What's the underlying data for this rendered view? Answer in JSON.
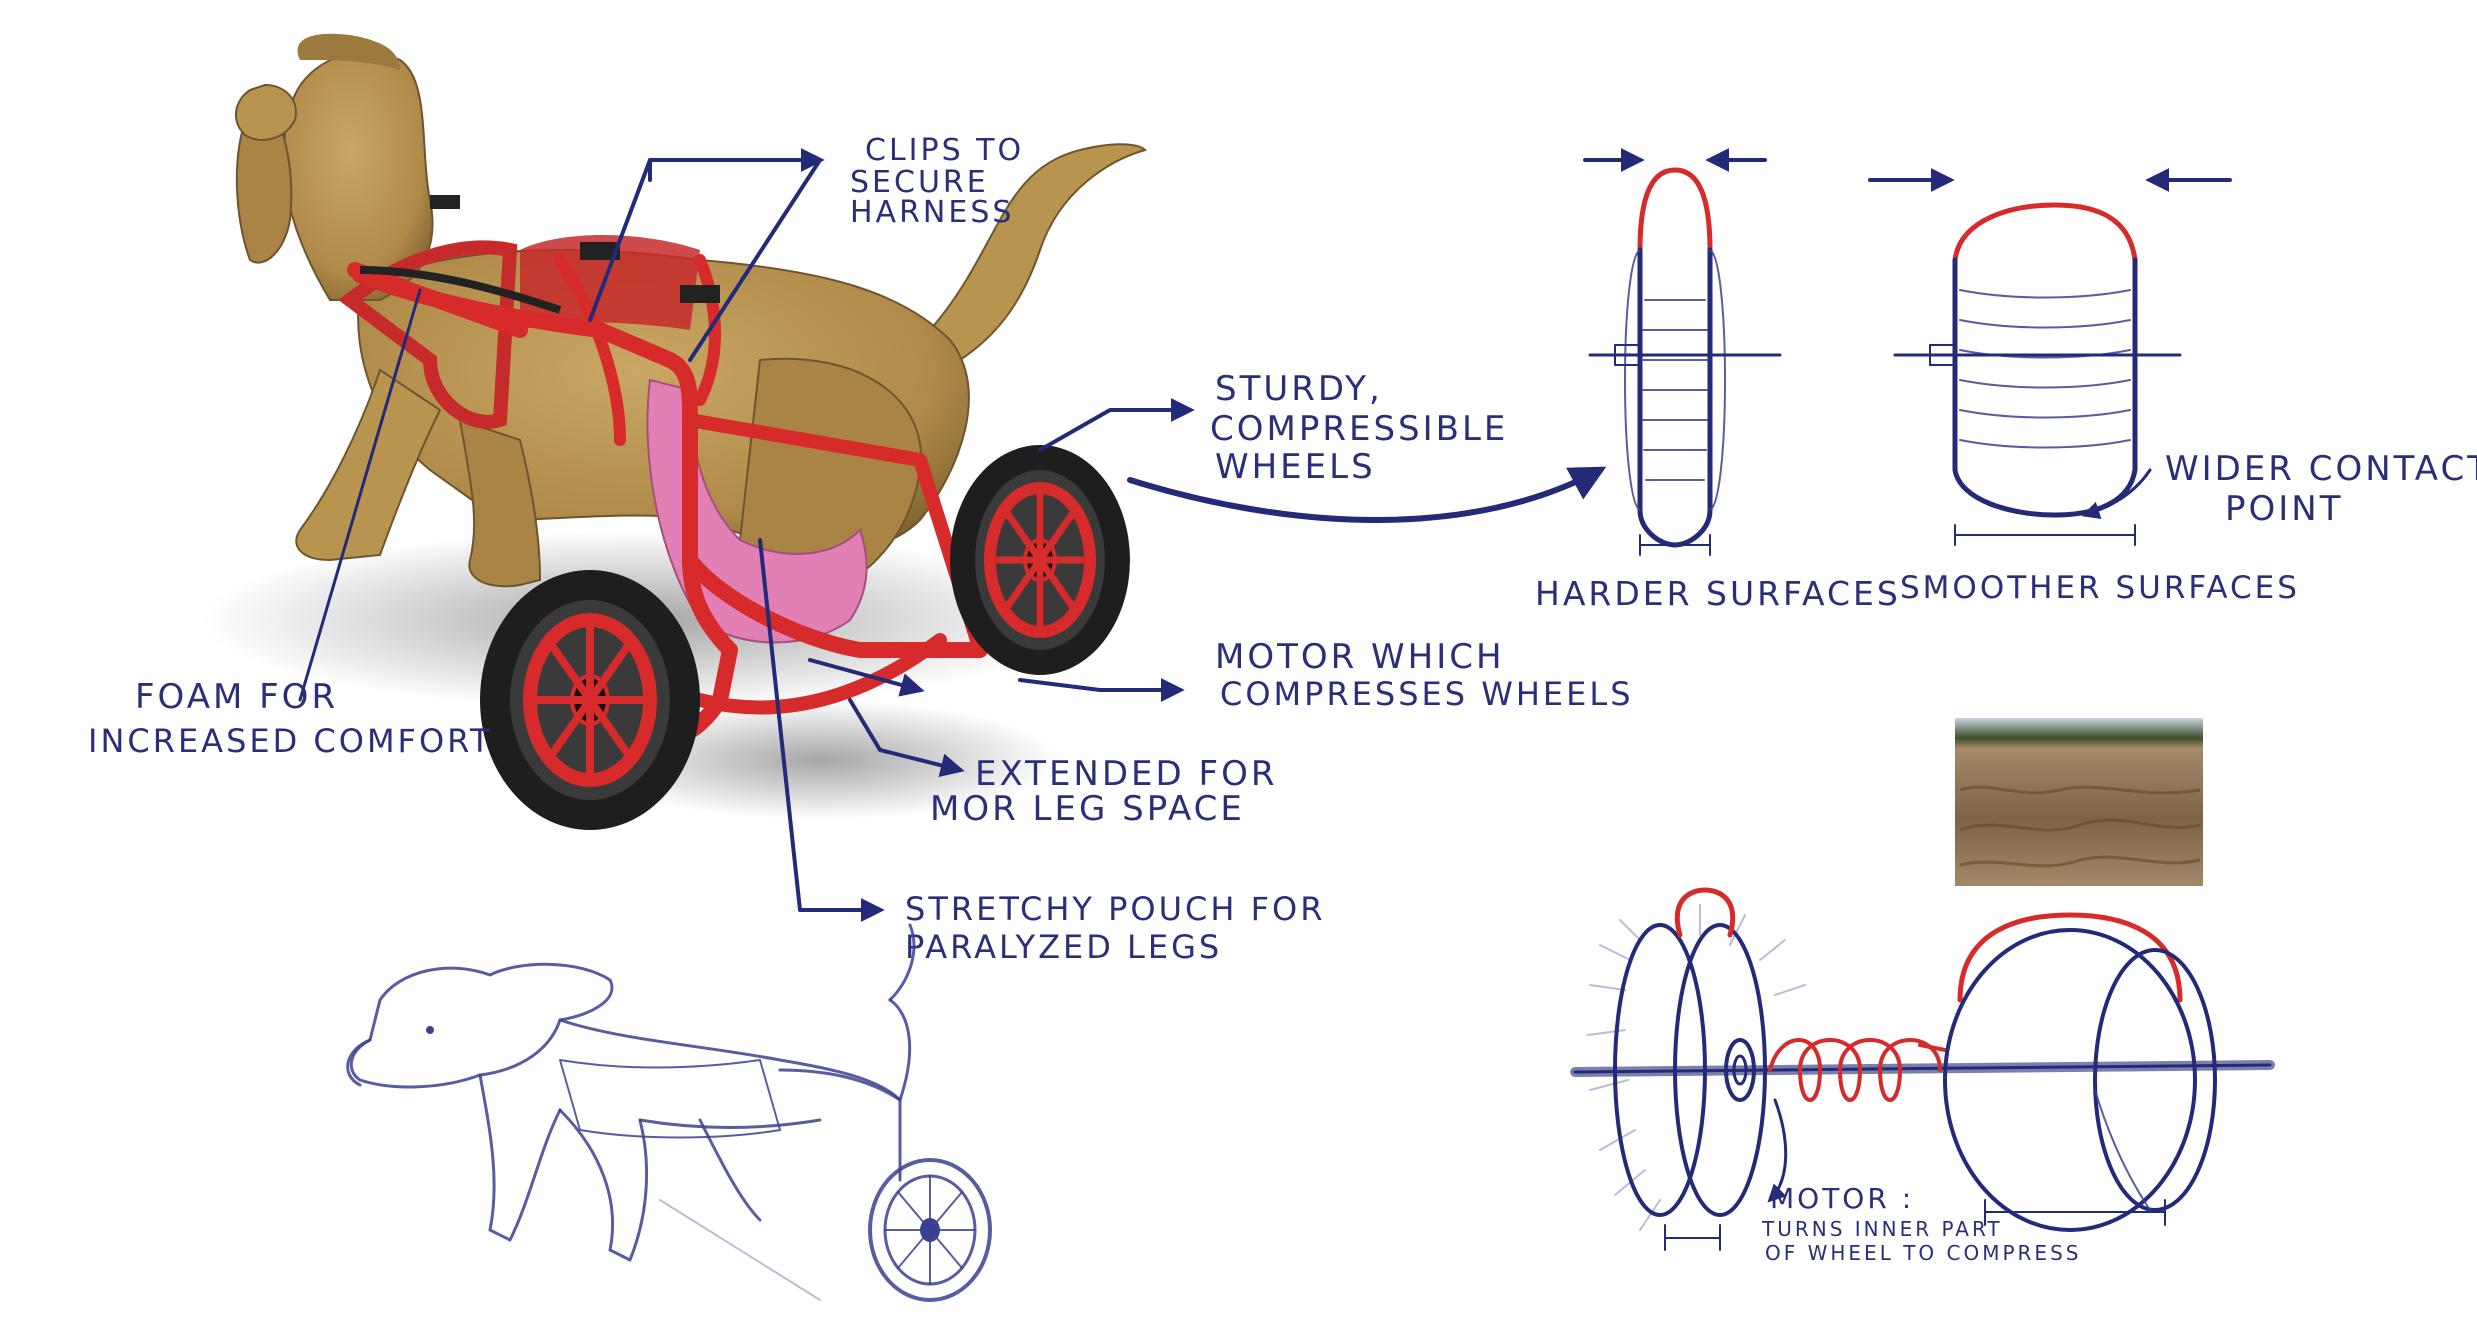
{
  "annotations": {
    "clips_line1": "CLIPS TO",
    "clips_line2": "SECURE",
    "clips_line3": "HARNESS",
    "wheels_line1": "STURDY,",
    "wheels_line2": "COMPRESSIBLE",
    "wheels_line3": "WHEELS",
    "foam_line1": "FOAM FOR",
    "foam_line2": "INCREASED COMFORT",
    "motor_line1": "MOTOR WHICH",
    "motor_line2": "COMPRESSES WHEELS",
    "extended_line1": "EXTENDED FOR",
    "extended_line2": "MOR LEG SPACE",
    "pouch_line1": "STRETCHY POUCH FOR",
    "pouch_line2": "PARALYZED LEGS",
    "harder_surfaces": "HARDER SURFACES",
    "smoother_surfaces": "SMOOTHER SURFACES",
    "wider_line1": "WIDER CONTACT",
    "wider_line2": "POINT",
    "motor_detail_title": "MOTOR :",
    "motor_detail_line1": "TURNS INNER PART",
    "motor_detail_line2": "OF WHEEL TO COMPRESS"
  },
  "colors": {
    "ink": "#232a78",
    "frame_red": "#d72a2a",
    "dog_tan": "#b8954f",
    "pouch_pink": "#e27fb5",
    "tire_black": "#1e1e1e",
    "sand": "#8a7152"
  }
}
